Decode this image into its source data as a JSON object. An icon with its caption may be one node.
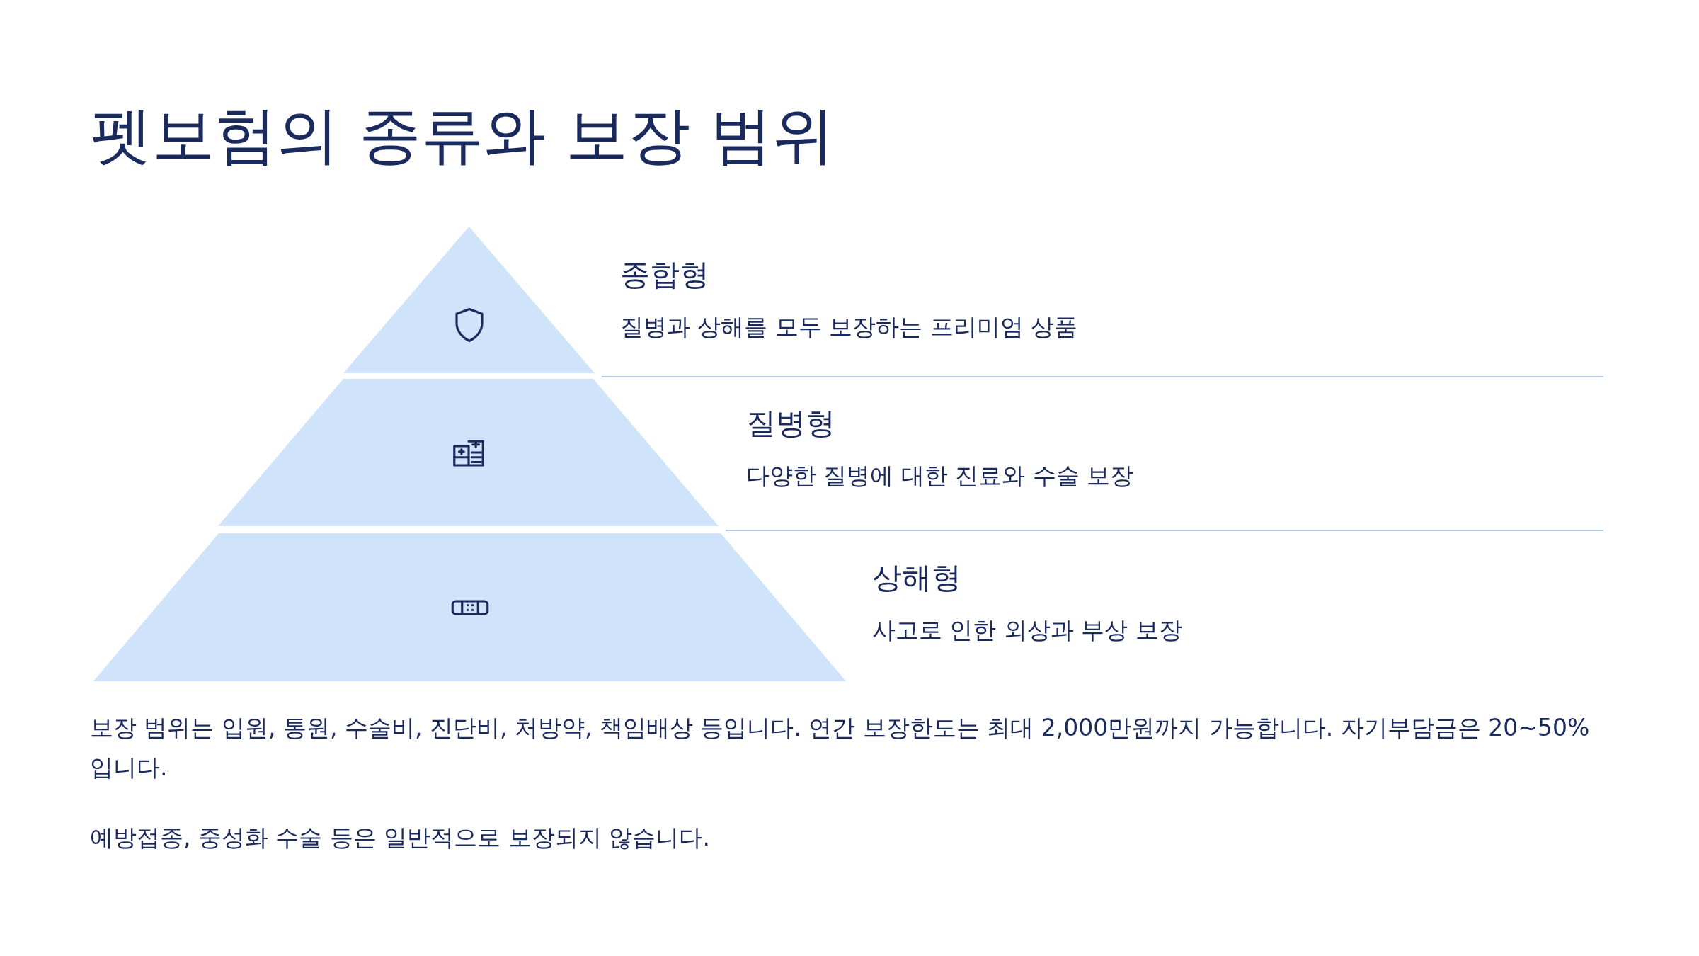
{
  "diagram": {
    "title": "펫보험의 종류와 보장 범위",
    "nodes": [
      {
        "text": [
          "종합형",
          "질병과 상해를 모두 보장하는 프리미엄 상품"
        ]
      },
      {
        "text": [
          "질병형",
          "다양한 질병에 대한 진료와 수술 보장"
        ]
      },
      {
        "text": [
          "상해형",
          "사고로 인한 외상과 부상 보장"
        ]
      }
    ],
    "edges": [],
    "labels": [
      "보장 범위는 입원, 통원, 수술비, 진단비, 처방약, 책임배상 등입니다. 연간 보장한도는 최대 2,000만원까지 가능합니다. 자기부담금은 20~50%입니다.",
      "예방접종, 중성화 수술 등은 일반적으로 보장되지 않습니다."
    ]
  }
}
